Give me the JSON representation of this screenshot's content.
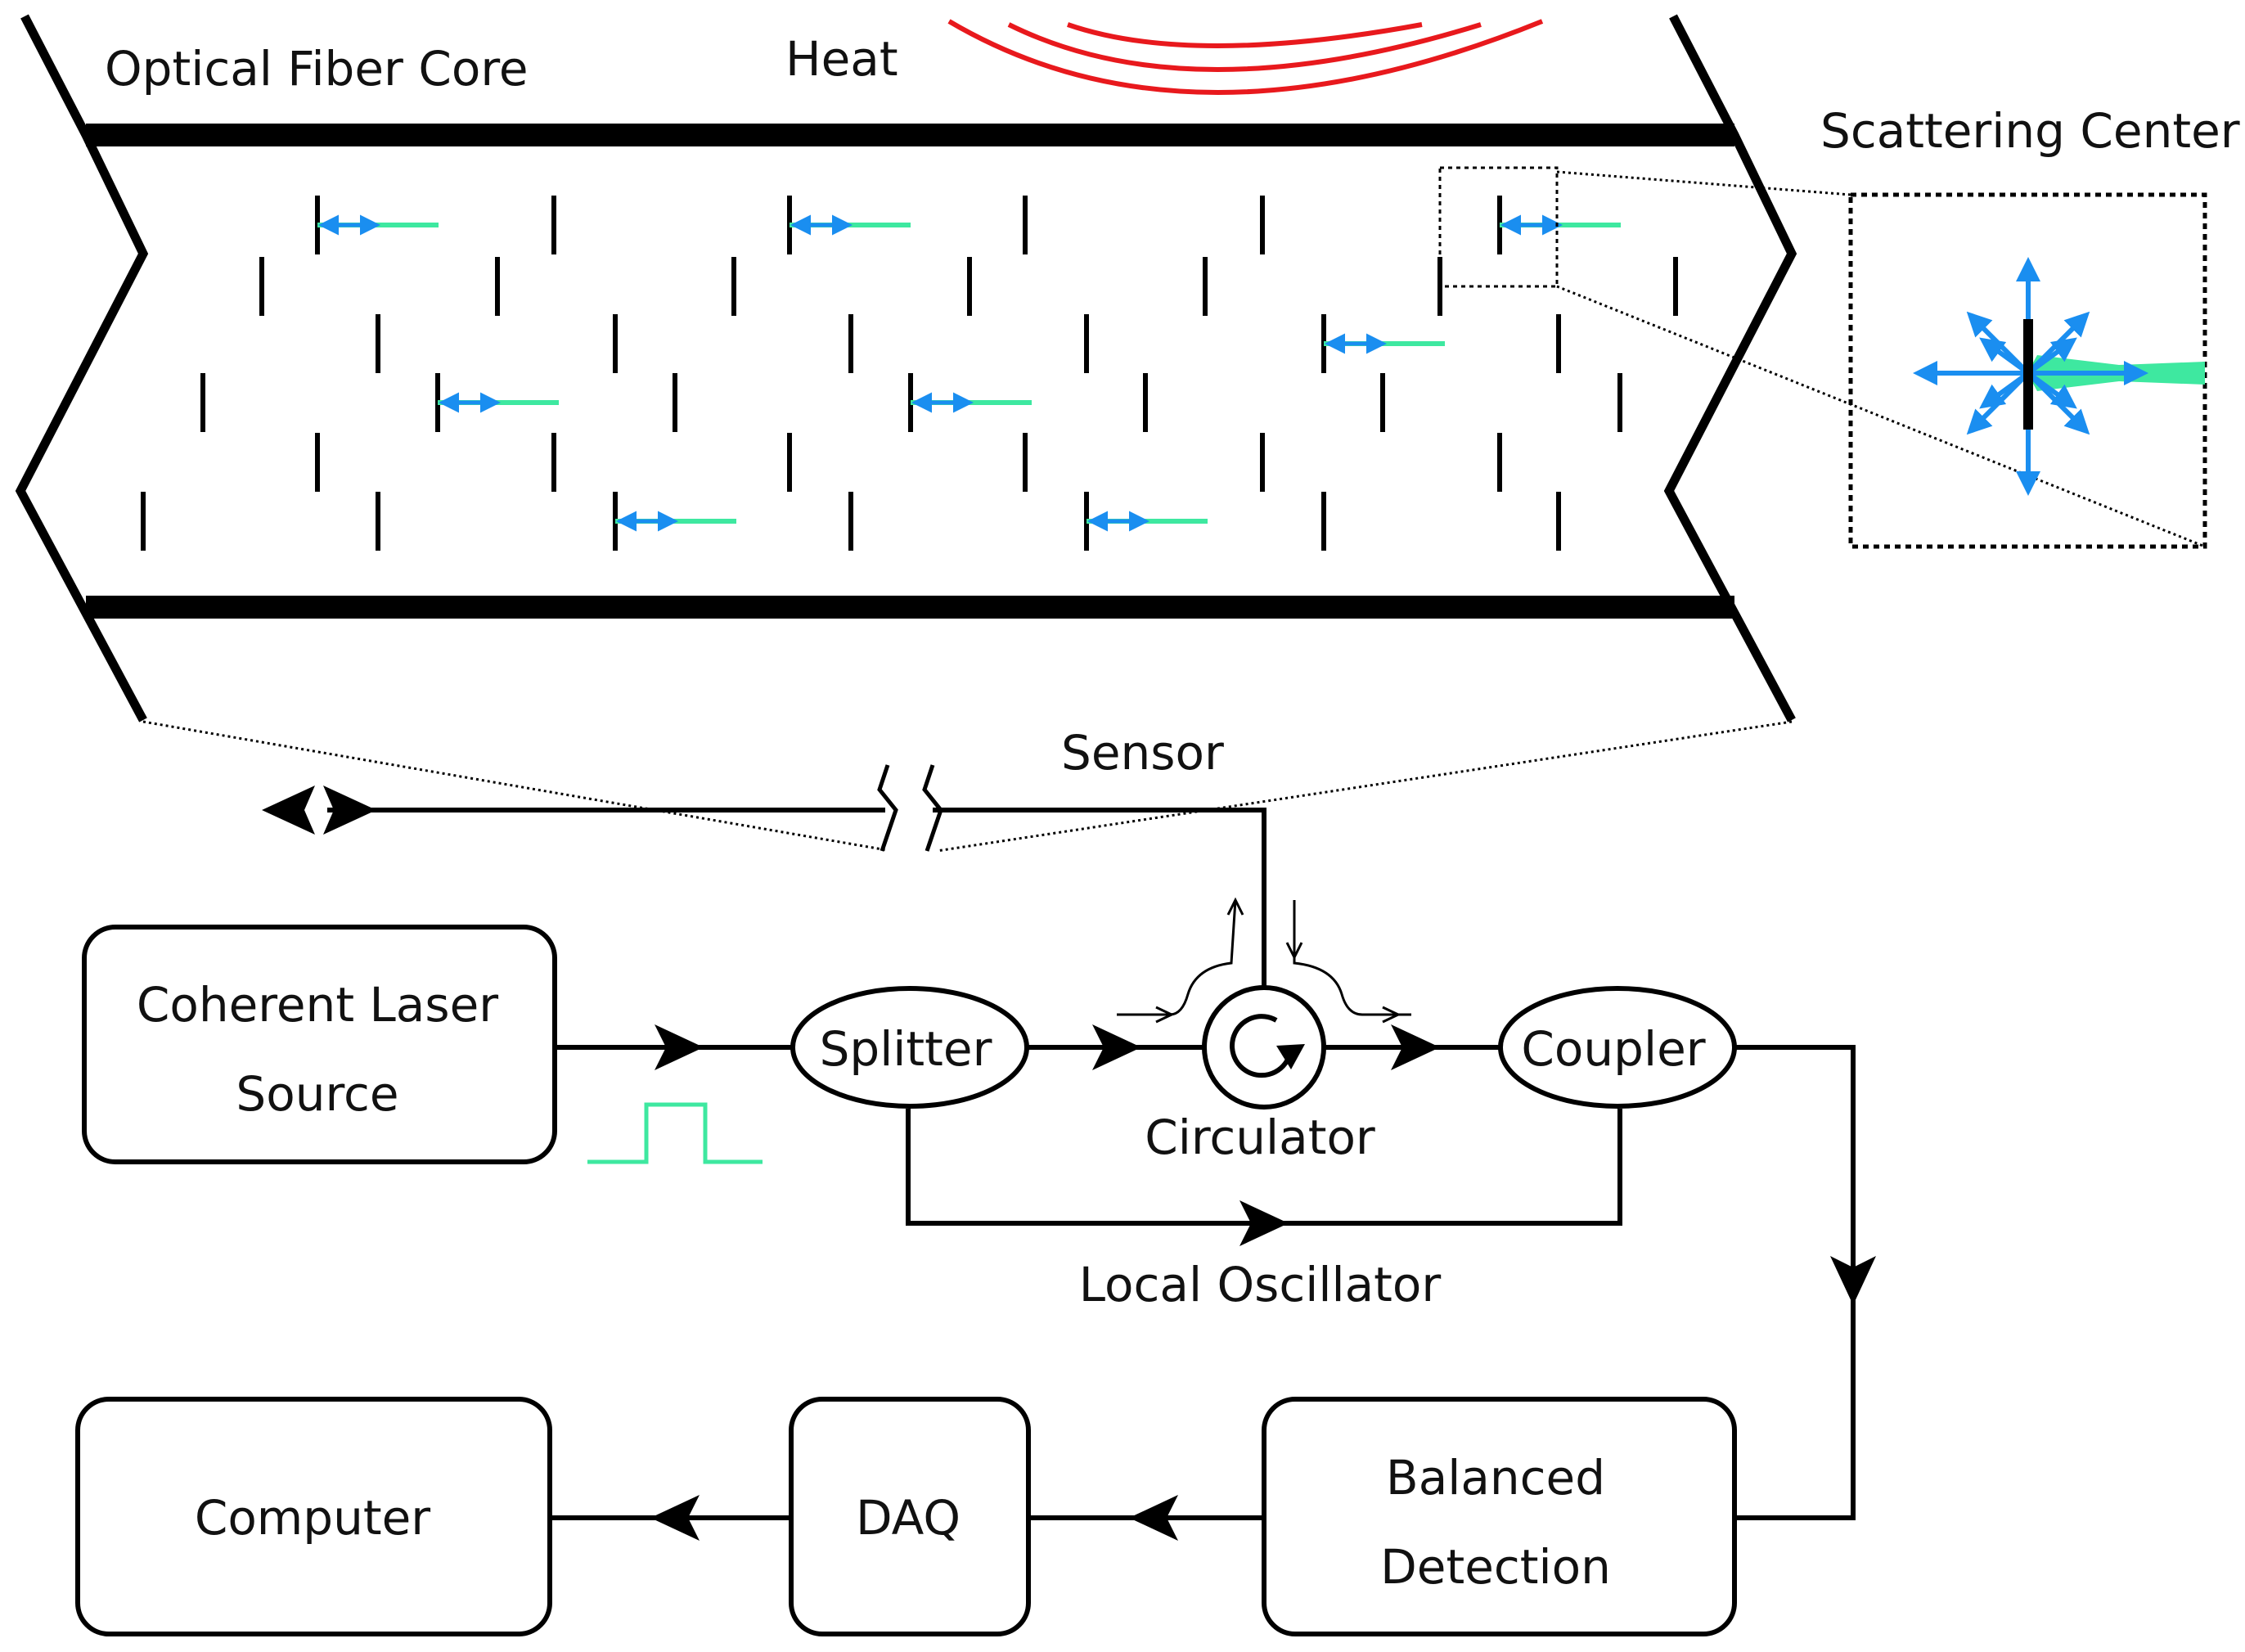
{
  "fiber": {
    "title": "Optical Fiber Core",
    "heat_label": "Heat",
    "zoom_label": "Scattering Center"
  },
  "sensor": {
    "label": "Sensor"
  },
  "blocks": {
    "laser_line1": "Coherent Laser",
    "laser_line2": "Source",
    "splitter": "Splitter",
    "circulator": "Circulator",
    "coupler": "Coupler",
    "local_oscillator": "Local Oscillator",
    "computer": "Computer",
    "daq": "DAQ",
    "balanced_line1": "Balanced",
    "balanced_line2": "Detection"
  },
  "colors": {
    "line": "#000000",
    "heat": "#e8191d",
    "light_forward": "#3ee8a0",
    "light_back": "#1a8ef0",
    "pulse": "#3ee8a0"
  }
}
